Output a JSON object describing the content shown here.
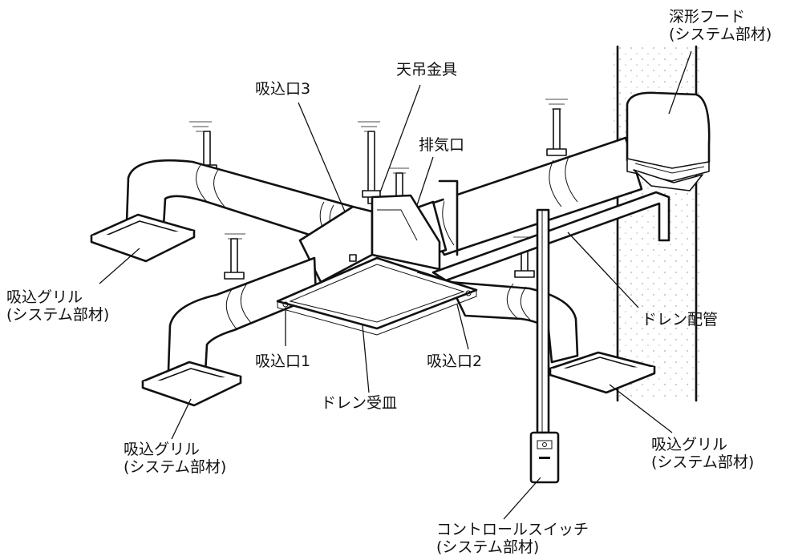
{
  "labels": {
    "deep_hood_1": "深形フード",
    "deep_hood_2": "(システム部材)",
    "tentsuri": "天吊金具",
    "inlet3": "吸込口3",
    "exhaust": "排気口",
    "grille_left_1": "吸込グリル",
    "grille_left_2": "(システム部材)",
    "drain_pipe": "ドレン配管",
    "inlet1": "吸込口1",
    "inlet2": "吸込口2",
    "drain_pan": "ドレン受皿",
    "grille_bl_1": "吸込グリル",
    "grille_bl_2": "(システム部材)",
    "grille_r_1": "吸込グリル",
    "grille_r_2": "(システム部材)",
    "switch_1": "コントロールスイッチ",
    "switch_2": "(システム部材)"
  }
}
